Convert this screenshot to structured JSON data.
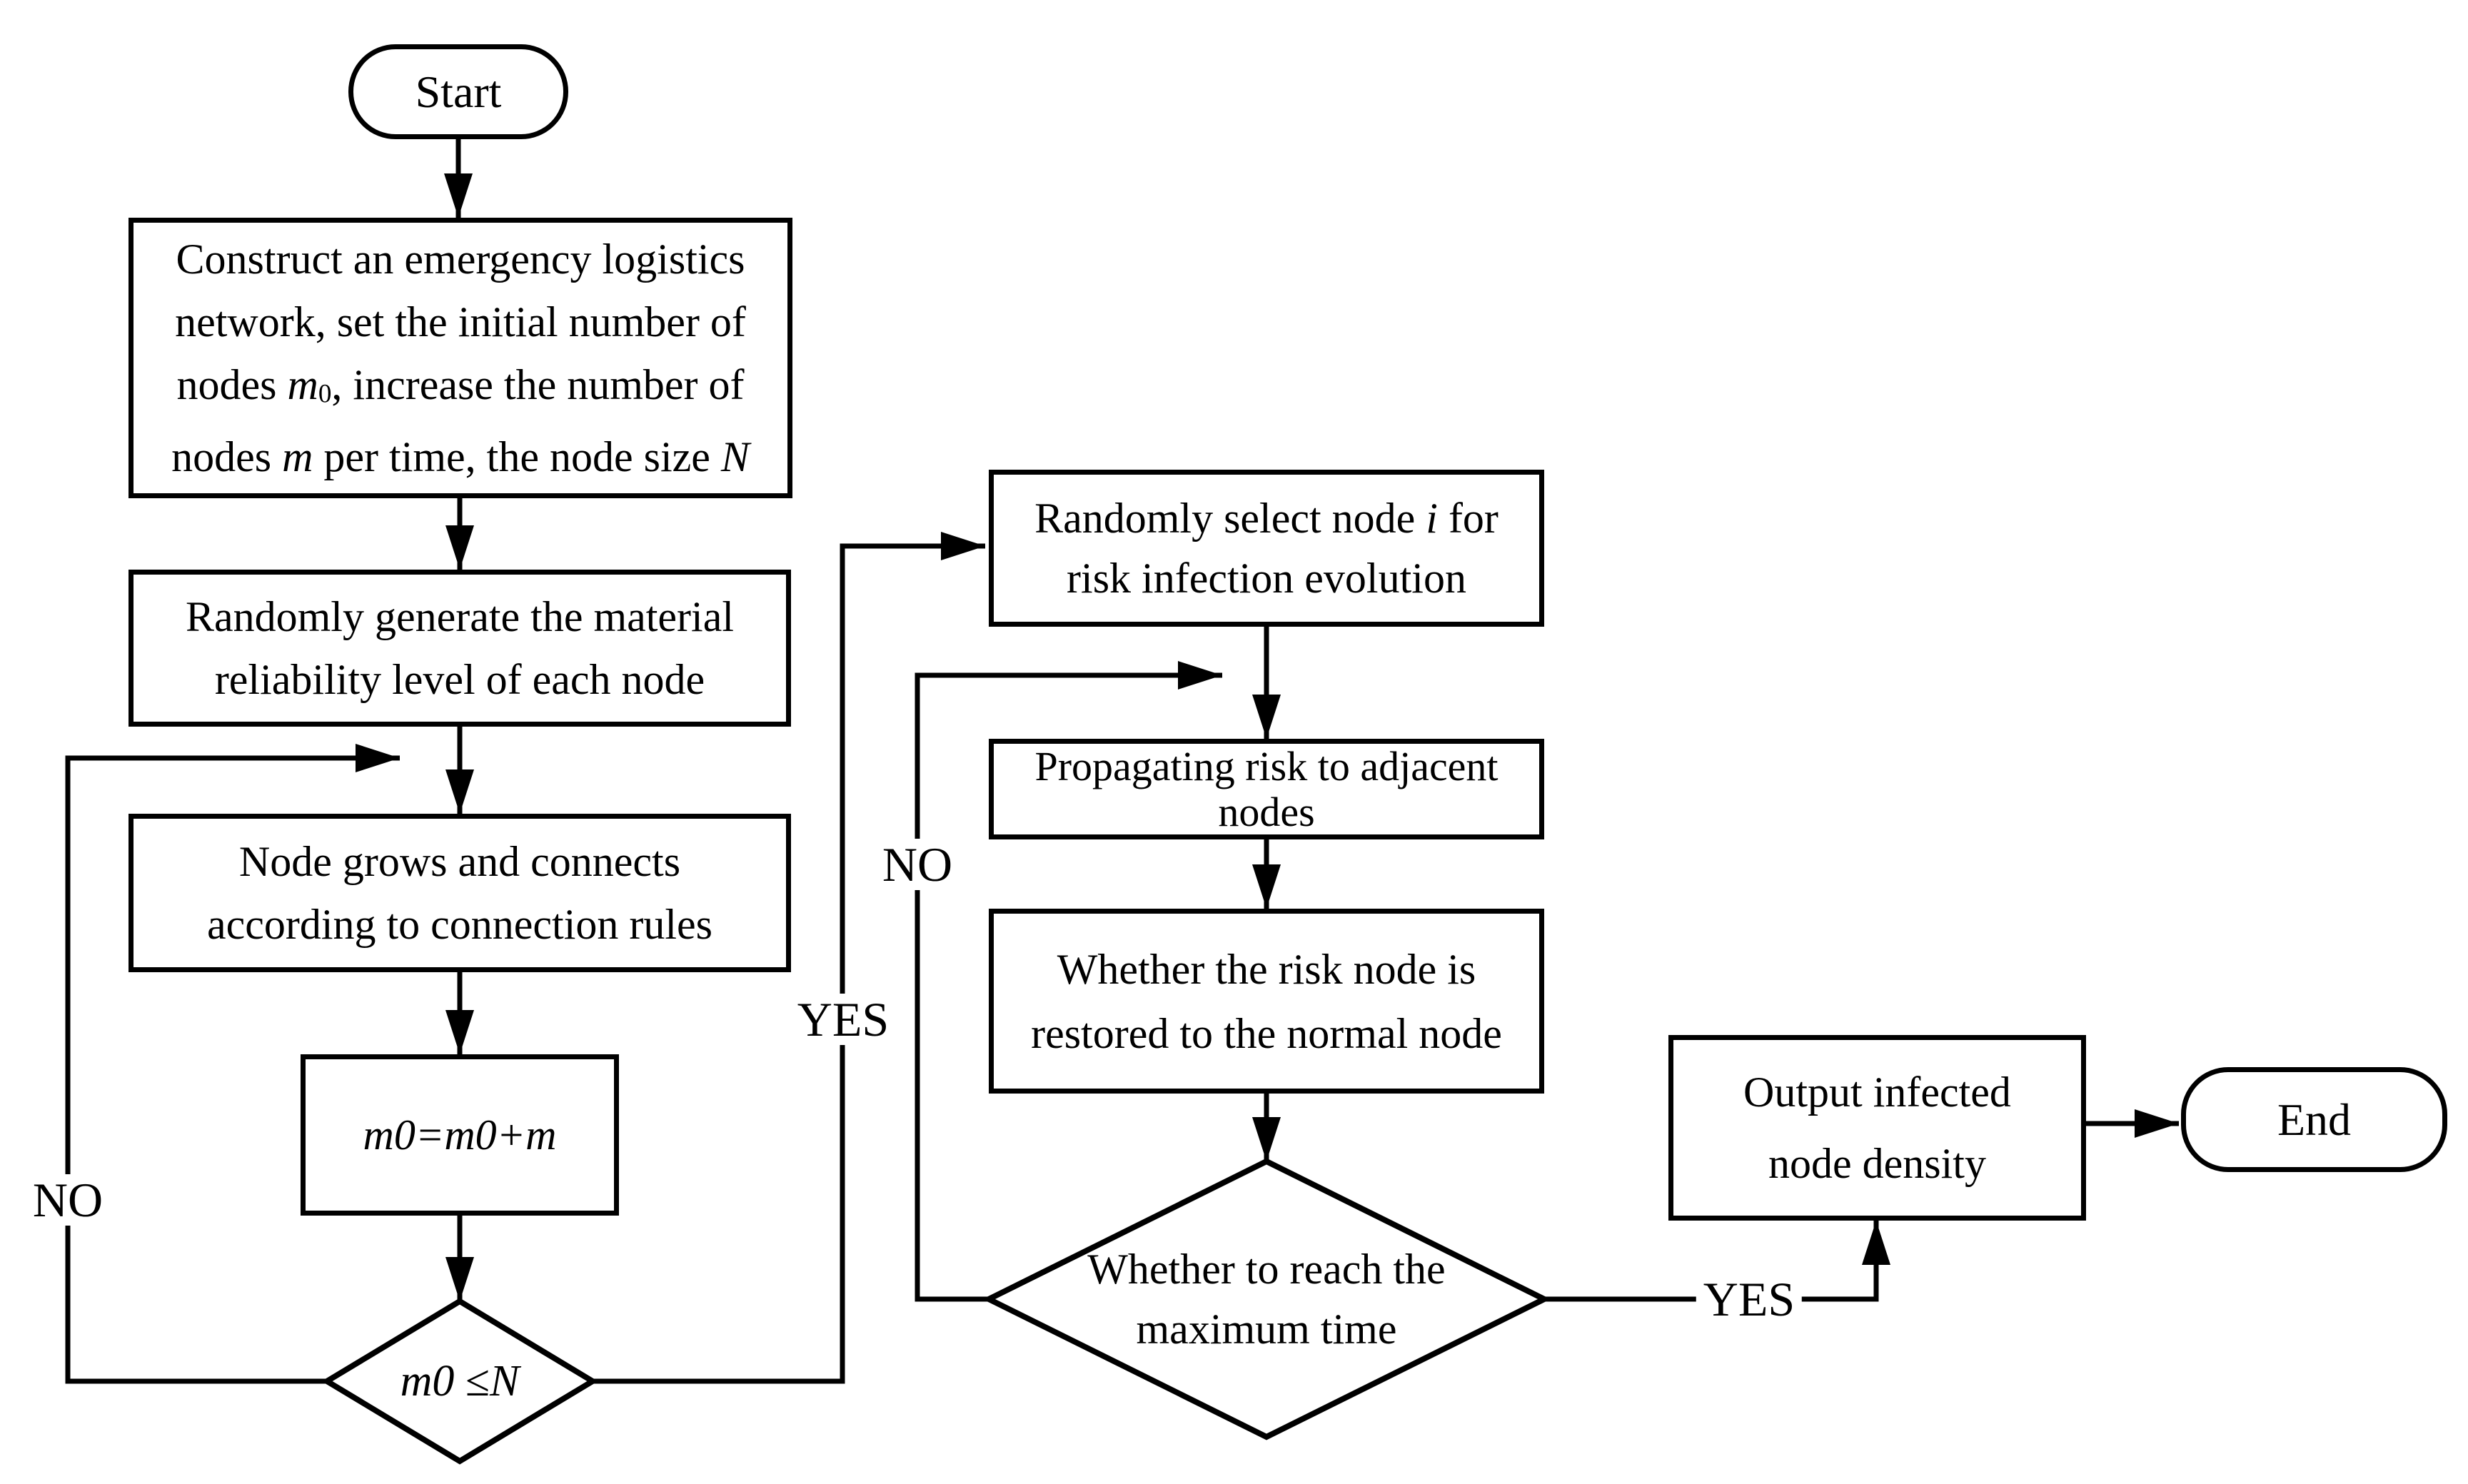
{
  "colors": {
    "stroke": "#000000",
    "background": "#ffffff"
  },
  "nodes": {
    "start": {
      "label": "Start"
    },
    "construct": {
      "lines": [
        [
          {
            "t": "Construct an emergency logistics"
          }
        ],
        [
          {
            "t": "network, set the initial number of"
          }
        ],
        [
          {
            "t": "nodes "
          },
          {
            "t": "m",
            "i": true
          },
          {
            "t": "0",
            "sub": true
          },
          {
            "t": ", increase the number of"
          }
        ],
        [
          {
            "t": "nodes "
          },
          {
            "t": "m",
            "i": true
          },
          {
            "t": " per time, the node size "
          },
          {
            "t": "N",
            "i": true
          }
        ]
      ]
    },
    "generate": {
      "lines": [
        [
          {
            "t": "Randomly generate the material"
          }
        ],
        [
          {
            "t": "reliability level of each node"
          }
        ]
      ]
    },
    "grow": {
      "lines": [
        [
          {
            "t": "Node grows and connects"
          }
        ],
        [
          {
            "t": "according to connection rules"
          }
        ]
      ]
    },
    "increment": {
      "lines": [
        [
          {
            "t": "m0=m0+m",
            "i": true
          }
        ]
      ]
    },
    "size_check": {
      "lines": [
        [
          {
            "t": "m0",
            "i": true
          },
          {
            "t": " ≤"
          },
          {
            "t": "N",
            "i": true
          }
        ]
      ]
    },
    "select": {
      "lines": [
        [
          {
            "t": "Randomly select node "
          },
          {
            "t": "i",
            "i": true
          },
          {
            "t": " for"
          }
        ],
        [
          {
            "t": "risk infection evolution"
          }
        ]
      ]
    },
    "propagate": {
      "lines": [
        [
          {
            "t": "Propagating risk to adjacent"
          }
        ],
        [
          {
            "t": "nodes"
          }
        ]
      ]
    },
    "restore": {
      "lines": [
        [
          {
            "t": "Whether the risk node is"
          }
        ],
        [
          {
            "t": "restored to the normal node"
          }
        ]
      ]
    },
    "time_check": {
      "lines": [
        [
          {
            "t": "Whether to reach the"
          }
        ],
        [
          {
            "t": "maximum time"
          }
        ]
      ]
    },
    "output": {
      "lines": [
        [
          {
            "t": "Output infected"
          }
        ],
        [
          {
            "t": "node density"
          }
        ]
      ]
    },
    "end": {
      "label": "End"
    }
  },
  "labels": {
    "no_left": "NO",
    "yes_left": "YES",
    "no_mid": "NO",
    "yes_right": "YES"
  }
}
